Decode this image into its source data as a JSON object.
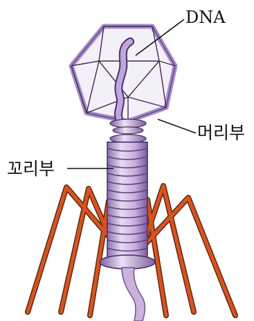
{
  "labels": {
    "dna": "DNA",
    "head": "머리부",
    "tail": "꼬리부"
  },
  "colors": {
    "head_outline": "#a58cc7",
    "head_dark": "#5b3f82",
    "dna": "#b79ad3",
    "tail": "#c9b3dd",
    "tail_dark": "#6e4f8f",
    "fiber": "#d9531f",
    "fiber_dark": "#5a2a14",
    "leader": "#111111"
  }
}
